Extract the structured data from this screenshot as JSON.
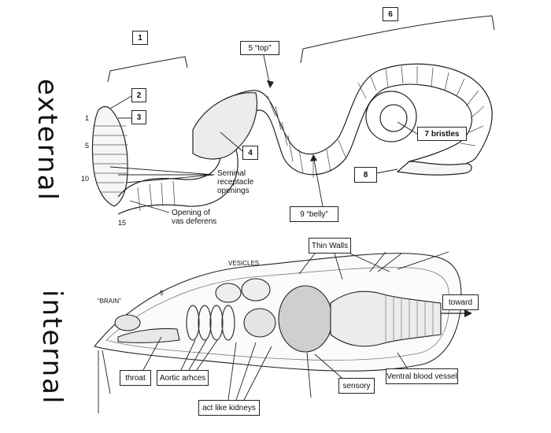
{
  "side_labels": {
    "external": "external",
    "internal": "internal"
  },
  "external_labels": {
    "l1": "1",
    "l2": "2",
    "l3": "3",
    "l4": "4",
    "l5": "5 “top”",
    "l6": "6",
    "l7": "7 bristles",
    "l8": "8",
    "l9": "9 “belly”"
  },
  "printed_text": {
    "seminal": "Seminal\nreceptacle\nopenings",
    "vas": "Opening of\nvas deferens",
    "vesicles": "VESICLES",
    "brain": "“BRAIN”",
    "seg1": "1",
    "seg5": "5",
    "seg10": "10",
    "seg15": "15",
    "seg5b": "5"
  },
  "internal_labels": {
    "thin_walls": "Thin Walls",
    "toward": "toward",
    "throat": "throat",
    "aortic": "Aortic arhces",
    "kidneys": "act like kidneys",
    "sensory": "sensory",
    "ventral": "Ventral blood vessel"
  }
}
